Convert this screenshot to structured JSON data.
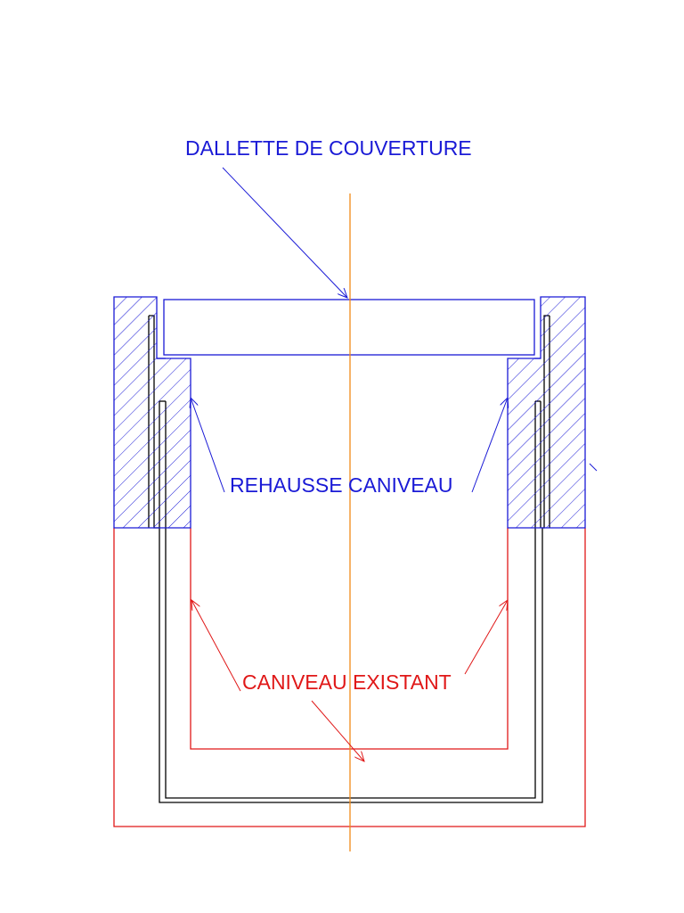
{
  "labels": {
    "cover_slab": "DALLETTE DE COUVERTURE",
    "upstand": "REHAUSSE CANIVEAU",
    "existing_channel": "CANIVEAU EXISTANT"
  },
  "colors": {
    "blue": "#1a1ad6",
    "red": "#e01818",
    "black": "#000000",
    "axis": "#f08a18"
  }
}
